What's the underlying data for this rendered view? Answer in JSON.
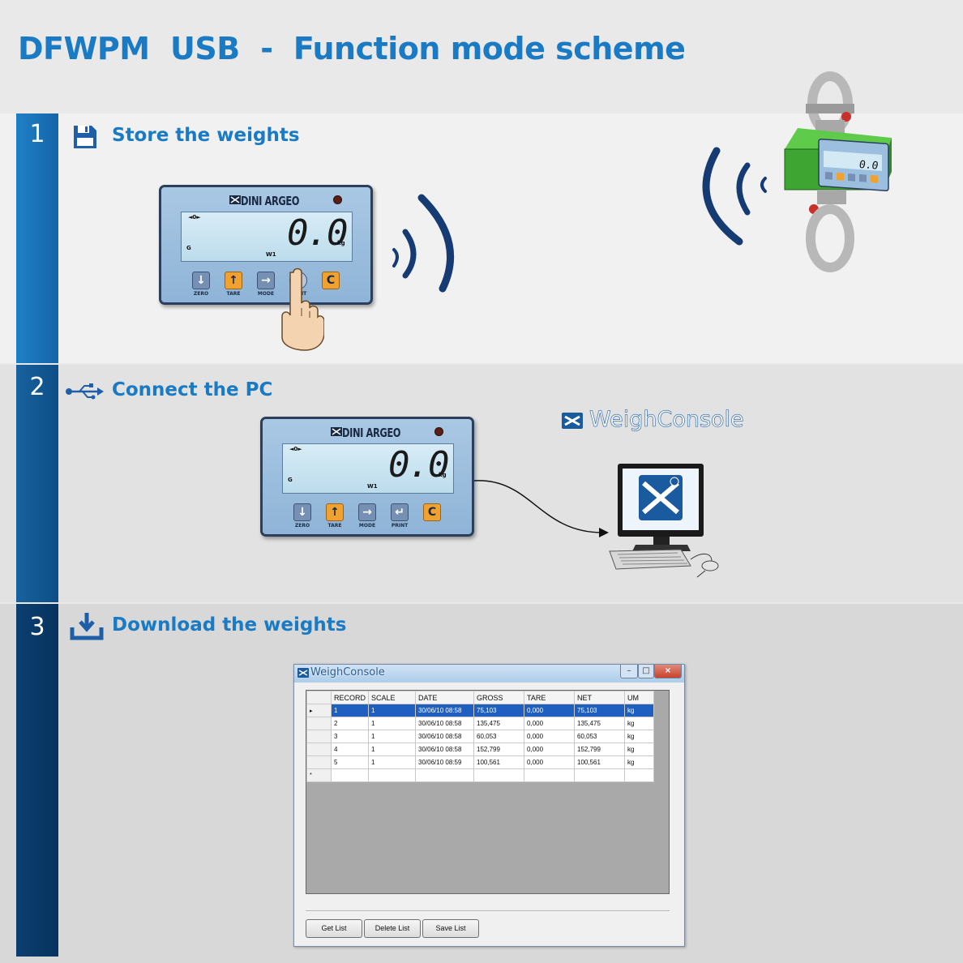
{
  "title": "DFWPM  USB  -  Function mode scheme",
  "colors": {
    "accent": "#1a7ac4",
    "navy": "#0b3f70",
    "lcd": "#cfe7f3",
    "orange_key": "#f0a12f"
  },
  "steps": [
    {
      "number": "1",
      "label": "Store the weights",
      "icon": "floppy-disk-icon"
    },
    {
      "number": "2",
      "label": "Connect the PC",
      "icon": "usb-icon"
    },
    {
      "number": "3",
      "label": "Download the weights",
      "icon": "download-tray-icon"
    }
  ],
  "indicator": {
    "brand": "DINI ARGEO",
    "display_value": "0.0",
    "unit": "kg",
    "zero_mark": "◄0►",
    "g_label": "G",
    "w1_label": "W1",
    "keys": [
      {
        "label": "ZERO",
        "glyph": "↓"
      },
      {
        "label": "TARE",
        "glyph": "↑"
      },
      {
        "label": "MODE",
        "glyph": "→"
      },
      {
        "label": "PRINT",
        "glyph": "↵"
      },
      {
        "label": "",
        "glyph": "C"
      }
    ]
  },
  "crane_scale": {
    "display_value": "0.0"
  },
  "software": {
    "logo_text": "WeighConsole",
    "window_title": "WeighConsole",
    "columns": [
      "RECORD",
      "SCALE",
      "DATE",
      "GROSS",
      "TARE",
      "NET",
      "UM"
    ],
    "rows": [
      [
        "1",
        "1",
        "30/06/10 08:58",
        "75,103",
        "0,000",
        "75,103",
        "kg"
      ],
      [
        "2",
        "1",
        "30/06/10 08:58",
        "135,475",
        "0,000",
        "135,475",
        "kg"
      ],
      [
        "3",
        "1",
        "30/06/10 08:58",
        "60,053",
        "0,000",
        "60,053",
        "kg"
      ],
      [
        "4",
        "1",
        "30/06/10 08:58",
        "152,799",
        "0,000",
        "152,799",
        "kg"
      ],
      [
        "5",
        "1",
        "30/06/10 08:59",
        "100,561",
        "0,000",
        "100,561",
        "kg"
      ]
    ],
    "new_row_marker": "*",
    "current_row_marker": "▸",
    "buttons": [
      "Get List",
      "Delete List",
      "Save List"
    ]
  }
}
